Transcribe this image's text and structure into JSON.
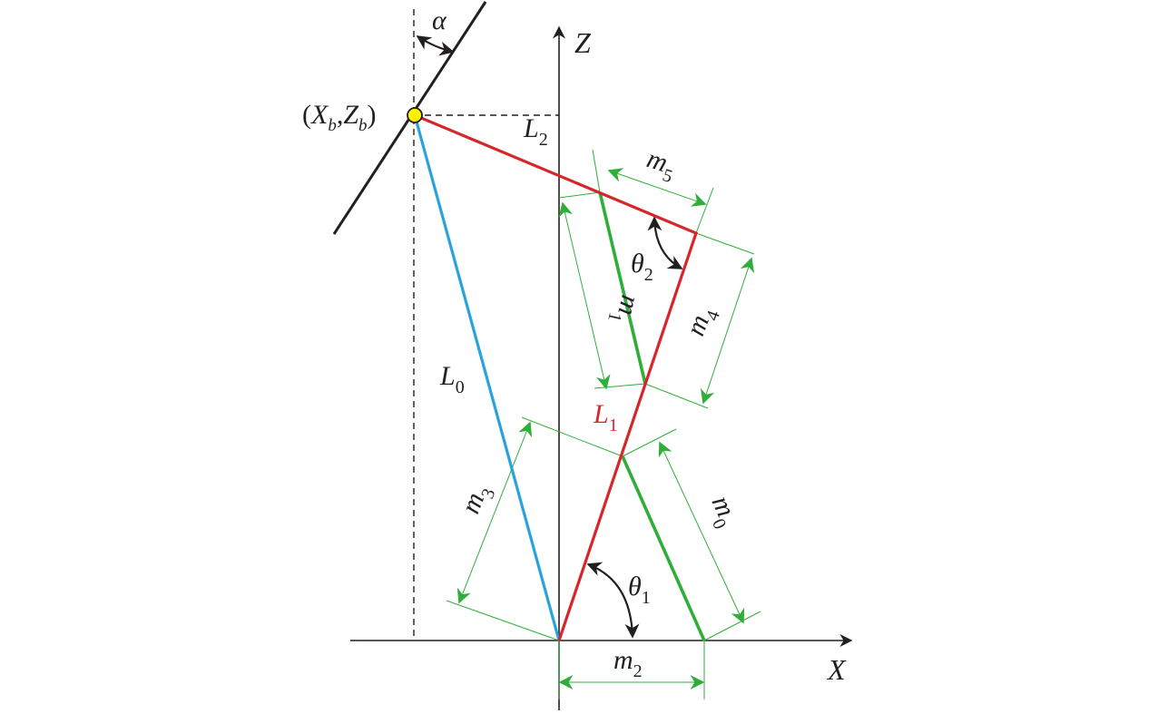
{
  "labels": {
    "z_axis": "Z",
    "x_axis": "X",
    "alpha": "α",
    "point": {
      "open": "(",
      "x": "X",
      "x_sub": "b",
      "comma": ",",
      "z": "Z",
      "z_sub": "b",
      "close": ")"
    },
    "L0": {
      "main": "L",
      "sub": "0"
    },
    "L1": {
      "main": "L",
      "sub": "1"
    },
    "L2": {
      "main": "L",
      "sub": "2"
    },
    "m0": {
      "main": "m",
      "sub": "0"
    },
    "m1": {
      "main": "m",
      "sub": "1"
    },
    "m2": {
      "main": "m",
      "sub": "2"
    },
    "m3": {
      "main": "m",
      "sub": "3"
    },
    "m4": {
      "main": "m",
      "sub": "4"
    },
    "m5": {
      "main": "m",
      "sub": "5"
    },
    "theta1": {
      "main": "θ",
      "sub": "1"
    },
    "theta2": {
      "main": "θ",
      "sub": "2"
    }
  },
  "colors": {
    "red_link": "#d7262b",
    "green_link": "#2fae3a",
    "blue_link": "#2aa3dc",
    "black": "#231f20",
    "point_fill": "#fff200"
  }
}
